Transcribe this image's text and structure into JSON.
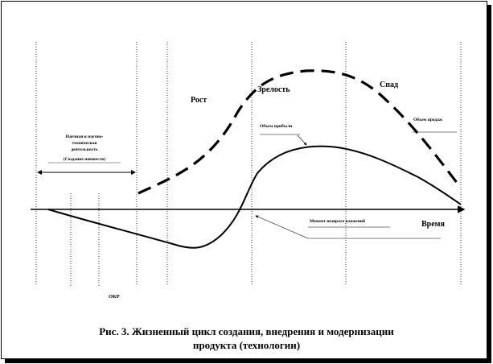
{
  "labels": {
    "growth": "Рост",
    "maturity": "Зрелость",
    "decline": "Спад",
    "time": "Время",
    "rnd_line1": "Научная и научно-",
    "rnd_line2": "техническая",
    "rnd_line3": "деятельность",
    "rnd_line4": "(Создание новшеств)",
    "okr": "ОКР",
    "sales_volume": "Объем продаж",
    "profit_volume": "Объем прибыли",
    "investment_return": "Момент возврата вложений"
  },
  "caption": {
    "line1": "Рис. 3. Жизненный цикл создания, внедрения и модернизации",
    "line2": "продукта (технологии)"
  },
  "colors": {
    "ink": "#000000",
    "background": "#ffffff"
  }
}
